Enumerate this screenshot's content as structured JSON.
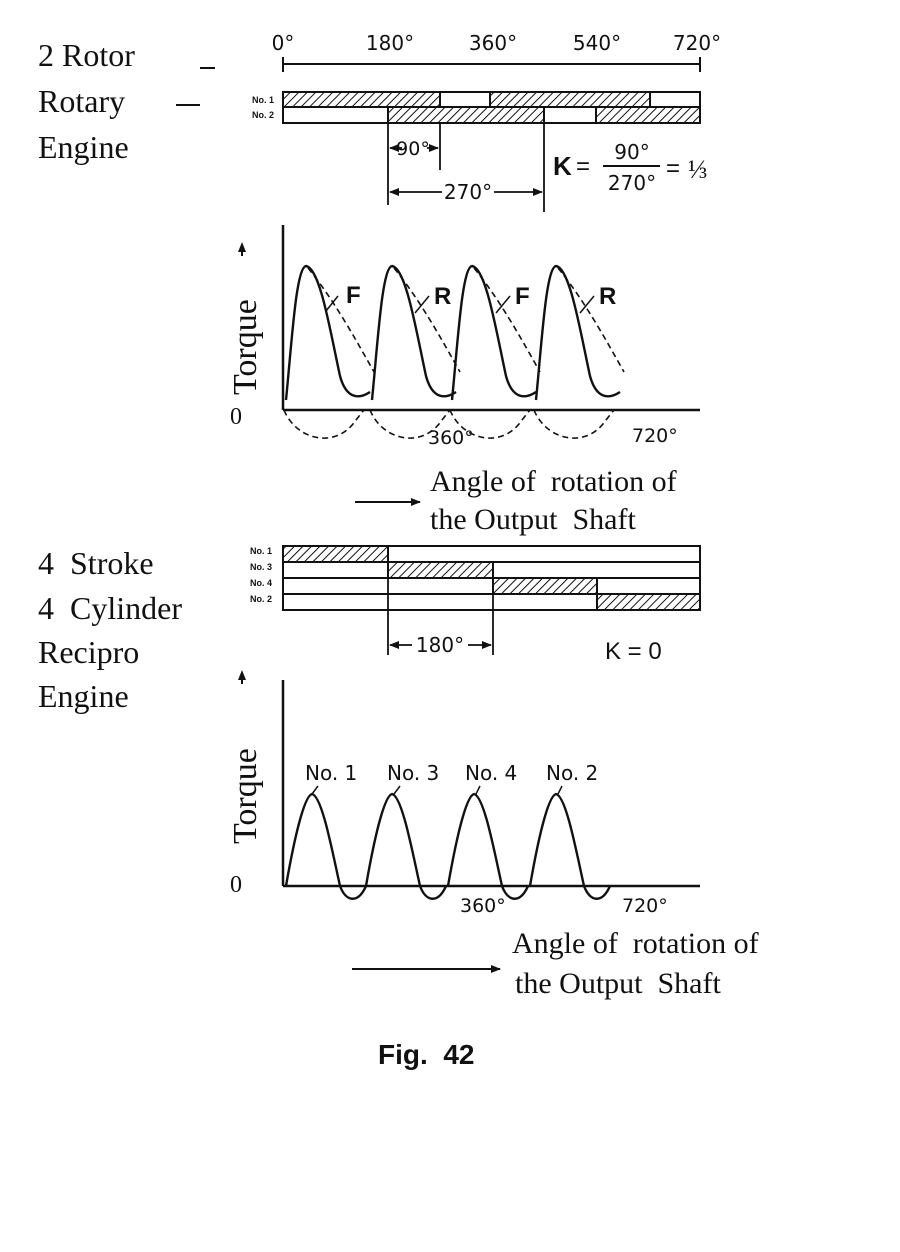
{
  "rotary": {
    "title_lines": [
      "2 Rotor",
      "Rotary",
      "Engine"
    ],
    "angle_scale": [
      "0°",
      "180°",
      "360°",
      "540°",
      "720°"
    ],
    "rows": [
      "No. 1",
      "No. 2"
    ],
    "overlap_label": "90°",
    "interval_label": "270°",
    "k_symbol": "K",
    "k_numerator": "90°",
    "k_denominator": "270°",
    "k_result": "⅓",
    "torque_label": "Torque",
    "zero_label": "0",
    "mid_tick": "360°",
    "end_tick": "720°",
    "curve_labels": [
      "F",
      "R",
      "F",
      "R"
    ],
    "xaxis_lines": [
      "Angle of  rotation of",
      "the Output  Shaft"
    ]
  },
  "recipro": {
    "title_lines": [
      "4  Stroke",
      "4  Cylinder",
      "Recipro",
      "Engine"
    ],
    "rows": [
      "No. 1",
      "No. 3",
      "No. 4",
      "No. 2"
    ],
    "interval_label": "180°",
    "k_text": "K = 0",
    "torque_label": "Torque",
    "zero_label": "0",
    "peak_labels": [
      "No. 1",
      "No. 3",
      "No. 4",
      "No. 2"
    ],
    "mid_tick": "360°",
    "end_tick": "720°",
    "xaxis_lines": [
      "Angle of  rotation of",
      "the Output  Shaft"
    ]
  },
  "caption": "Fig.  42"
}
